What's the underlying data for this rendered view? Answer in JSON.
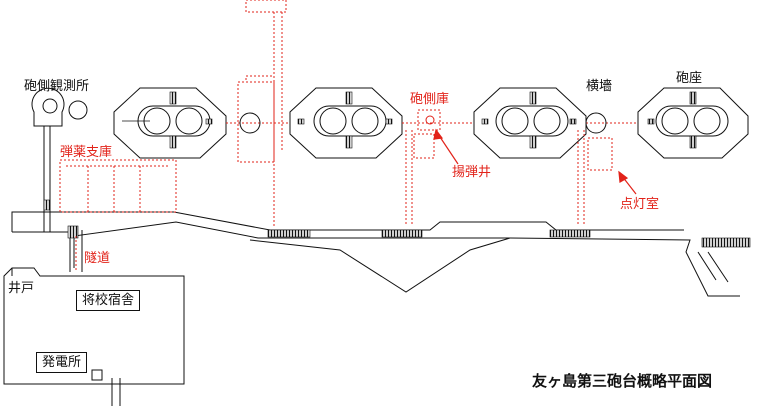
{
  "title": "友ヶ島第三砲台概略平面図",
  "colors": {
    "structure": "#111111",
    "annotation": "#e2231a"
  },
  "labels": {
    "observation_post": "砲側観測所",
    "ammo_depot": "弾薬支庫",
    "tunnel": "隧道",
    "well": "井戸",
    "officers_quarters": "将校宿舎",
    "power_house": "発電所",
    "gun_side_storage": "砲側庫",
    "lift_shaft": "揚弾井",
    "traverse": "横墻",
    "gun_emplacement": "砲座",
    "lamp_room": "点灯室"
  }
}
